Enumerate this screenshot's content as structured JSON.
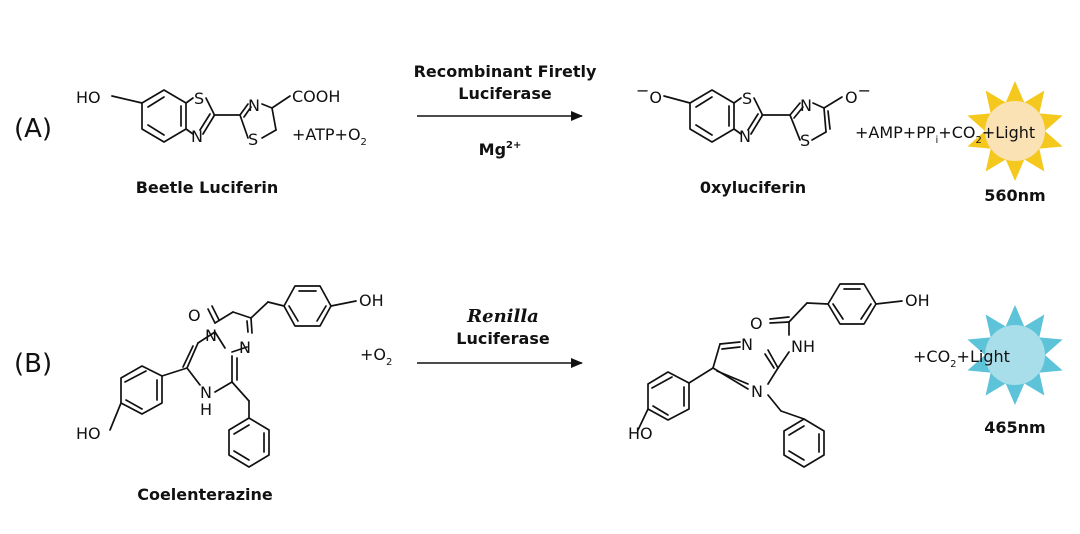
{
  "panel_a": {
    "tag": "(A)",
    "substrate_label": "Beetle Luciferin",
    "substrate_atoms": {
      "ho": "HO",
      "s1": "S",
      "n1": "N",
      "n2": "N",
      "s2": "S",
      "cooh": "COOH"
    },
    "cofactors": {
      "prefix": "+ATP+O",
      "sub": "2"
    },
    "enzyme_line1": "Recombinant Firetly",
    "enzyme_line2": "Luciferase",
    "ion": {
      "base": "Mg",
      "sup": "2+"
    },
    "product_label": "0xyluciferin",
    "product_atoms": {
      "o_left": "O",
      "minus_left": "−",
      "s1": "S",
      "n1": "N",
      "n2": "N",
      "s2": "S",
      "o_right": "O",
      "minus_right": "−"
    },
    "byproducts": {
      "part1": "+AMP+PP",
      "sub_i": "i",
      "part2": "+CO",
      "sub_2": "2",
      "part3": "+Light"
    },
    "wavelength": "560nm",
    "sun_ray_color": "#F5C81E",
    "sun_core_color": "#FBE2B5"
  },
  "panel_b": {
    "tag": "(B)",
    "substrate_label": "Coelenterazine",
    "substrate_atoms": {
      "o": "O",
      "n_bridge": "N",
      "n_ring": "N",
      "nh": "N",
      "h": "H",
      "oh": "OH",
      "ho": "HO"
    },
    "cofactors": {
      "prefix": "+O",
      "sub": "2"
    },
    "enzyme_line1": "Renilla",
    "enzyme_line2": "Luciferase",
    "product_atoms": {
      "o": "O",
      "nh": "NH",
      "n1": "N",
      "n2": "N",
      "oh": "OH",
      "ho": "HO"
    },
    "byproducts": {
      "part1": "+CO",
      "sub_2": "2",
      "part2": "+Light"
    },
    "wavelength": "465nm",
    "sun_ray_color": "#5CC3D9",
    "sun_core_color": "#A8DDEA"
  }
}
